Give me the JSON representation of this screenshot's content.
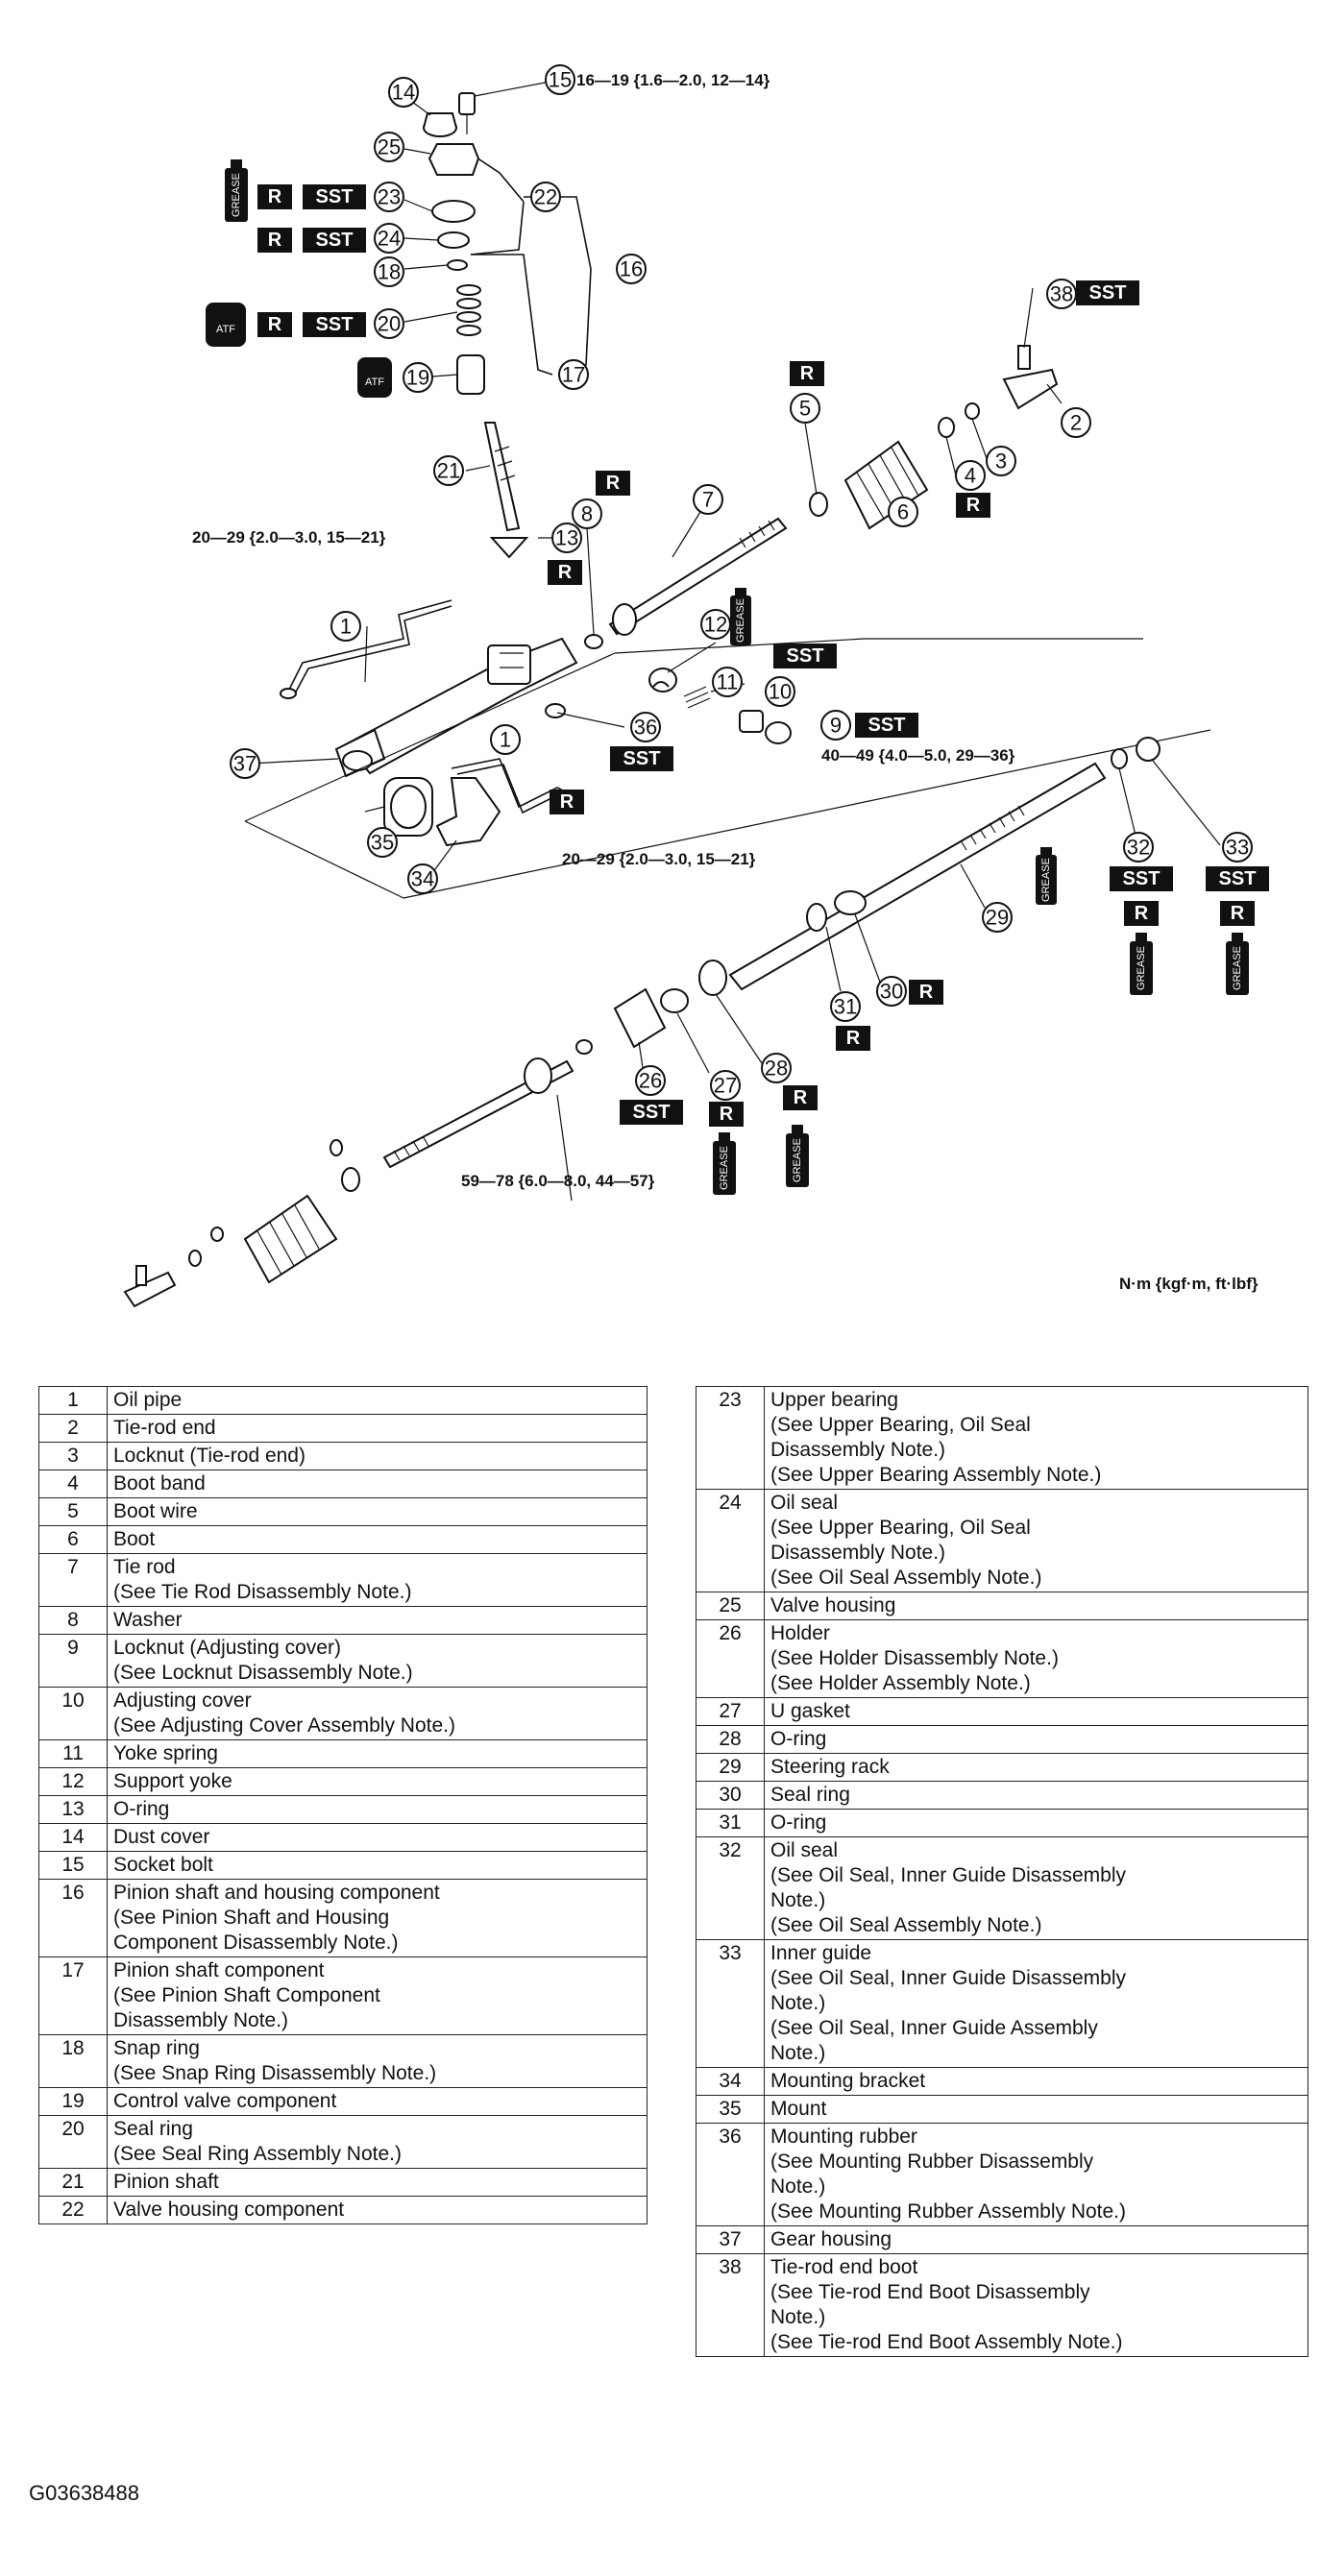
{
  "callouts": [
    "1",
    "2",
    "3",
    "4",
    "5",
    "6",
    "7",
    "8",
    "9",
    "10",
    "11",
    "12",
    "13",
    "14",
    "15",
    "16",
    "17",
    "18",
    "19",
    "20",
    "21",
    "22",
    "23",
    "24",
    "25",
    "26",
    "27",
    "28",
    "29",
    "30",
    "31",
    "32",
    "33",
    "34",
    "35",
    "36",
    "37",
    "38",
    "1"
  ],
  "tags": {
    "r": "R",
    "sst": "SST",
    "atf": "ATF",
    "grease": "GREASE"
  },
  "torque_specs": {
    "bolt_15": "16—19 {1.6—2.0, 12—14}",
    "oil_pipe_upper": "20—29 {2.0—3.0, 15—21}",
    "locknut_adjusting": "40—49 {4.0—5.0, 29—36}",
    "oil_pipe_lower": "20—29 {2.0—3.0, 15—21}",
    "tie_rod": "59—78 {6.0—8.0, 44—57}"
  },
  "units_note": "N·m {kgf·m, ft·lbf}",
  "parts_left": [
    {
      "num": "1",
      "desc": "Oil pipe"
    },
    {
      "num": "2",
      "desc": "Tie-rod end"
    },
    {
      "num": "3",
      "desc": "Locknut (Tie-rod end)"
    },
    {
      "num": "4",
      "desc": "Boot band"
    },
    {
      "num": "5",
      "desc": "Boot wire"
    },
    {
      "num": "6",
      "desc": "Boot"
    },
    {
      "num": "7",
      "desc": "Tie rod\n(See Tie Rod Disassembly Note.)"
    },
    {
      "num": "8",
      "desc": "Washer"
    },
    {
      "num": "9",
      "desc": "Locknut (Adjusting cover)\n(See Locknut Disassembly Note.)"
    },
    {
      "num": "10",
      "desc": "Adjusting cover\n(See Adjusting Cover Assembly Note.)"
    },
    {
      "num": "11",
      "desc": "Yoke spring"
    },
    {
      "num": "12",
      "desc": "Support yoke"
    },
    {
      "num": "13",
      "desc": "O-ring"
    },
    {
      "num": "14",
      "desc": "Dust cover"
    },
    {
      "num": "15",
      "desc": "Socket bolt"
    },
    {
      "num": "16",
      "desc": "Pinion shaft and housing component\n(See Pinion Shaft and Housing\nComponent Disassembly Note.)"
    },
    {
      "num": "17",
      "desc": "Pinion shaft component\n(See Pinion Shaft Component\nDisassembly Note.)"
    },
    {
      "num": "18",
      "desc": "Snap ring\n(See Snap Ring Disassembly Note.)"
    },
    {
      "num": "19",
      "desc": "Control valve component"
    },
    {
      "num": "20",
      "desc": "Seal ring\n(See Seal Ring Assembly Note.)"
    },
    {
      "num": "21",
      "desc": "Pinion shaft"
    },
    {
      "num": "22",
      "desc": "Valve housing component"
    }
  ],
  "parts_right": [
    {
      "num": "23",
      "desc": "Upper bearing\n(See Upper Bearing, Oil Seal\nDisassembly Note.)\n(See Upper Bearing Assembly Note.)"
    },
    {
      "num": "24",
      "desc": "Oil seal\n(See Upper Bearing, Oil Seal\nDisassembly Note.)\n(See Oil Seal Assembly Note.)"
    },
    {
      "num": "25",
      "desc": "Valve housing"
    },
    {
      "num": "26",
      "desc": "Holder\n(See Holder Disassembly Note.)\n(See Holder Assembly Note.)"
    },
    {
      "num": "27",
      "desc": "U gasket"
    },
    {
      "num": "28",
      "desc": "O-ring"
    },
    {
      "num": "29",
      "desc": "Steering rack"
    },
    {
      "num": "30",
      "desc": "Seal ring"
    },
    {
      "num": "31",
      "desc": "O-ring"
    },
    {
      "num": "32",
      "desc": "Oil seal\n(See Oil Seal, Inner Guide Disassembly\nNote.)\n(See Oil Seal Assembly Note.)"
    },
    {
      "num": "33",
      "desc": "Inner guide\n(See Oil Seal, Inner Guide Disassembly\nNote.)\n(See Oil Seal, Inner Guide Assembly\nNote.)"
    },
    {
      "num": "34",
      "desc": "Mounting bracket"
    },
    {
      "num": "35",
      "desc": "Mount"
    },
    {
      "num": "36",
      "desc": "Mounting rubber\n(See Mounting Rubber Disassembly\nNote.)\n(See Mounting Rubber Assembly Note.)"
    },
    {
      "num": "37",
      "desc": "Gear housing"
    },
    {
      "num": "38",
      "desc": "Tie-rod end boot\n(See Tie-rod End Boot Disassembly\nNote.)\n(See Tie-rod End Boot Assembly Note.)"
    }
  ],
  "footer_id": "G03638488"
}
